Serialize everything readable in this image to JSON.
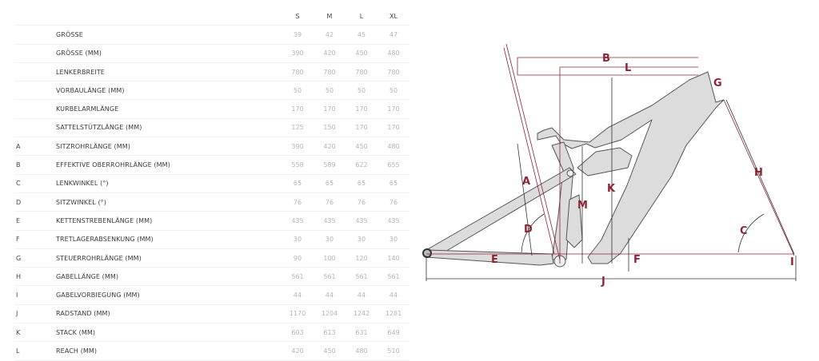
{
  "table": {
    "columns": [
      "S",
      "M",
      "L",
      "XL"
    ],
    "rows": [
      {
        "letter": "",
        "label": "GRÖSSE",
        "values": [
          "39",
          "42",
          "45",
          "47"
        ]
      },
      {
        "letter": "",
        "label": "GRÖSSE (MM)",
        "values": [
          "390",
          "420",
          "450",
          "480"
        ]
      },
      {
        "letter": "",
        "label": "LENKERBREITE",
        "values": [
          "780",
          "780",
          "780",
          "780"
        ]
      },
      {
        "letter": "",
        "label": "VORBAULÄNGE (MM)",
        "values": [
          "50",
          "50",
          "50",
          "50"
        ]
      },
      {
        "letter": "",
        "label": "KURBELARMLÄNGE",
        "values": [
          "170",
          "170",
          "170",
          "170"
        ]
      },
      {
        "letter": "",
        "label": "SATTELSTÜTZLÄNGE (MM)",
        "values": [
          "125",
          "150",
          "170",
          "170"
        ]
      },
      {
        "letter": "A",
        "label": "SITZROHRLÄNGE (MM)",
        "values": [
          "390",
          "420",
          "450",
          "480"
        ]
      },
      {
        "letter": "B",
        "label": "EFFEKTIVE OBERROHRLÄNGE (MM)",
        "values": [
          "558",
          "589",
          "622",
          "655"
        ]
      },
      {
        "letter": "C",
        "label": "LENKWINKEL (°)",
        "values": [
          "65",
          "65",
          "65",
          "65"
        ]
      },
      {
        "letter": "D",
        "label": "SITZWINKEL (°)",
        "values": [
          "76",
          "76",
          "76",
          "76"
        ]
      },
      {
        "letter": "E",
        "label": "KETTENSTREBENLÄNGE (MM)",
        "values": [
          "435",
          "435",
          "435",
          "435"
        ]
      },
      {
        "letter": "F",
        "label": "TRETLAGERABSENKUNG (MM)",
        "values": [
          "30",
          "30",
          "30",
          "30"
        ]
      },
      {
        "letter": "G",
        "label": "STEUERROHRLÄNGE (MM)",
        "values": [
          "90",
          "100",
          "120",
          "140"
        ]
      },
      {
        "letter": "H",
        "label": "GABELLÄNGE (MM)",
        "values": [
          "561",
          "561",
          "561",
          "561"
        ]
      },
      {
        "letter": "I",
        "label": "GABELVORBIEGUNG (MM)",
        "values": [
          "44",
          "44",
          "44",
          "44"
        ]
      },
      {
        "letter": "J",
        "label": "RADSTAND (MM)",
        "values": [
          "1170",
          "1204",
          "1242",
          "1281"
        ]
      },
      {
        "letter": "K",
        "label": "STACK (MM)",
        "values": [
          "603",
          "613",
          "631",
          "649"
        ]
      },
      {
        "letter": "L",
        "label": "REACH (MM)",
        "values": [
          "420",
          "450",
          "480",
          "510"
        ]
      }
    ]
  },
  "diagram": {
    "labels": {
      "A": "A",
      "B": "B",
      "C": "C",
      "D": "D",
      "E": "E",
      "F": "F",
      "G": "G",
      "H": "H",
      "I": "I",
      "J": "J",
      "K": "K",
      "L": "L",
      "M": "M"
    },
    "accent_color": "#8c2435",
    "frame_color": "#d9d9d9"
  }
}
